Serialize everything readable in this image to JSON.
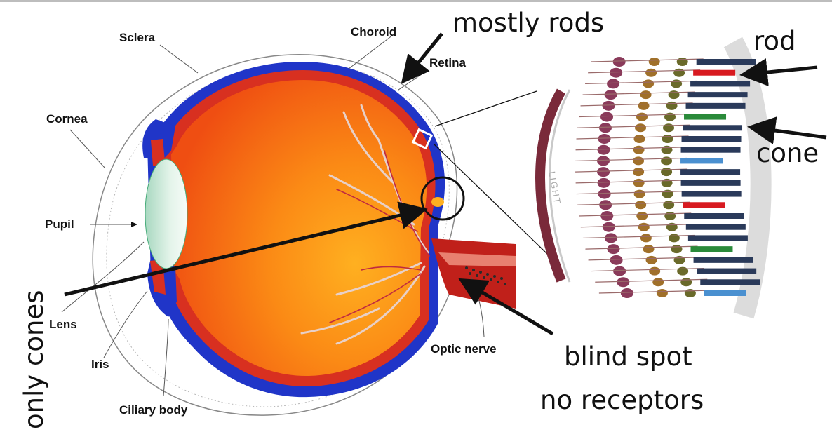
{
  "labels": {
    "sclera": "Sclera",
    "choroid": "Choroid",
    "retina": "Retina",
    "cornea": "Cornea",
    "pupil": "Pupil",
    "lens": "Lens",
    "iris": "Iris",
    "ciliary_body": "Ciliary body",
    "optic_nerve": "Optic nerve",
    "light": "LIGHT"
  },
  "annotations": {
    "mostly_rods": "mostly rods",
    "rod": "rod",
    "cone": "cone",
    "only_cones": "only cones",
    "blind_spot": "blind spot",
    "no_receptors": "no receptors"
  },
  "colors": {
    "eye_fill": "#f05a10",
    "eye_inner": "#f8a010",
    "choroid": "#2035c8",
    "retina_band": "#d83020",
    "lens": "#cfe9d9",
    "nerve": "#c0201a",
    "cone_red": "#d81a20",
    "cone_green": "#2a8a3a",
    "cone_blue": "#4a90d0",
    "rod": "#2a3a5a"
  }
}
